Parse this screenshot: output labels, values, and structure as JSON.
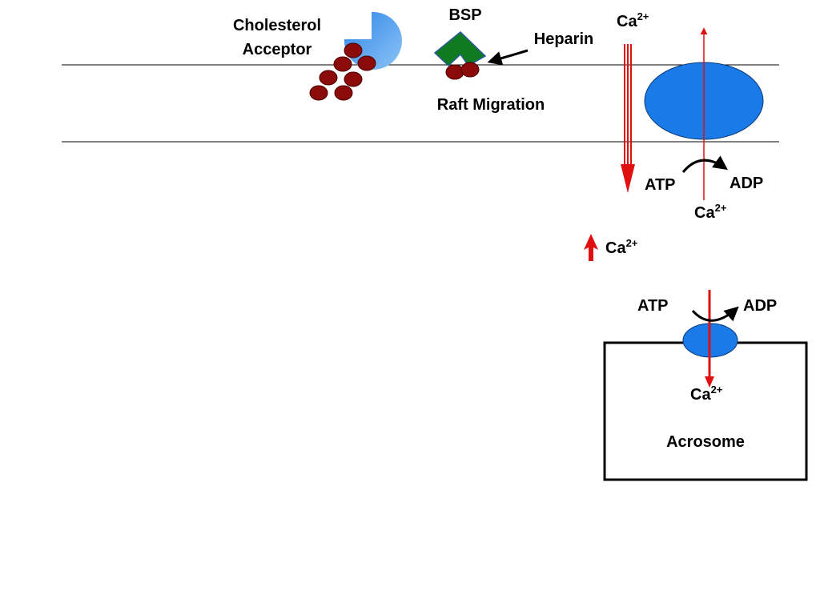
{
  "labels": {
    "cholesterol_acceptor_line1": "Cholesterol",
    "cholesterol_acceptor_line2": "Acceptor",
    "bsp": "BSP",
    "heparin": "Heparin",
    "raft_migration": "Raft Migration",
    "ca_top": "Ca",
    "ca_top_charge": "2+",
    "ca_mid": "Ca",
    "ca_mid_charge": "2+",
    "ca_rise": "Ca",
    "ca_rise_charge": "2+",
    "ca_acrosome": "Ca",
    "ca_acrosome_charge": "2+",
    "atp_plasma": "ATP",
    "adp_plasma": "ADP",
    "atp_acrosome": "ATP",
    "adp_acrosome": "ADP",
    "acrosome": "Acrosome"
  },
  "colors": {
    "acceptor_blue": "#3a8ee6",
    "pump_blue": "#1a7ae8",
    "bsp_green": "#0f7a1f",
    "cholesterol_red": "#8b0b0b",
    "calcium_red": "#e01010",
    "membrane_line": "#000000"
  },
  "icons": {
    "acceptor": "pac-shaped-acceptor",
    "bsp": "chevron-shaped-protein",
    "cholesterol": "cholesterol-molecule"
  }
}
